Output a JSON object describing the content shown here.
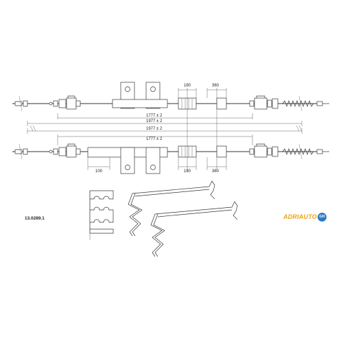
{
  "part_number": "13.0289.1",
  "brand": {
    "text": "ADRIAUTO",
    "badge": "GH"
  },
  "dimensions": {
    "upper_spacer": "180",
    "upper_offset": "360",
    "upper_length": "1777 ± 2",
    "upper_total": "1977 ± 2",
    "lower_total": "1977 ± 2",
    "lower_length": "1777 ± 2",
    "lower_left_offset": "100",
    "lower_spacer": "180",
    "lower_offset": "360"
  },
  "colors": {
    "brand_text": "#e8a317",
    "brand_badge": "#2e7bc4",
    "line": "#333333"
  }
}
